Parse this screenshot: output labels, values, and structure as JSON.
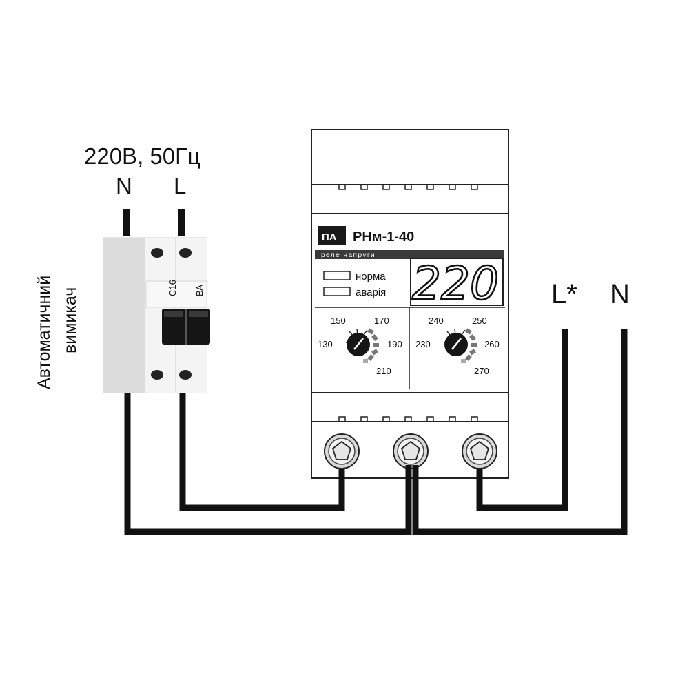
{
  "supply": {
    "voltage_label": "220В, 50Гц",
    "n_label": "N",
    "l_label": "L"
  },
  "breaker": {
    "label_line1": "Автоматичний",
    "label_line2": "вимикач"
  },
  "relay": {
    "logo": "ПА",
    "model": "РНм-1-40",
    "subtitle": "реле напруги",
    "display_value": "220",
    "indicators": [
      "норма",
      "аварія"
    ],
    "min_scale": [
      "150",
      "170",
      "130",
      "190",
      "210"
    ],
    "max_scale": [
      "240",
      "250",
      "230",
      "260",
      "270"
    ]
  },
  "load": {
    "l_label": "L*",
    "n_label": "N"
  }
}
